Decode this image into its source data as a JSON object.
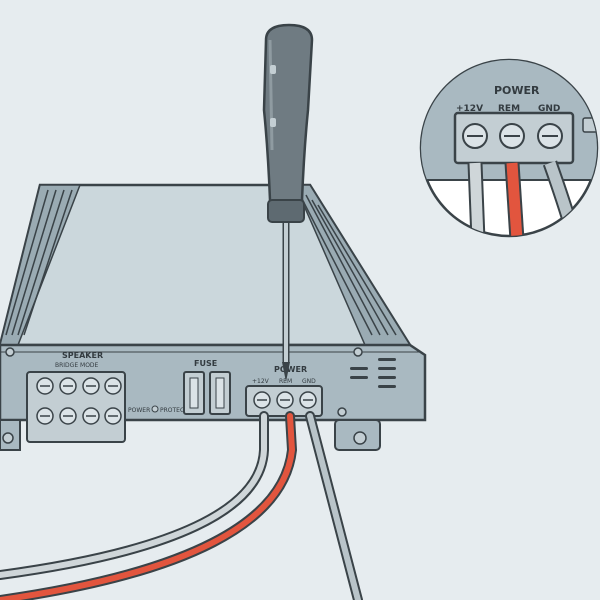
{
  "colors": {
    "background": "#e6ecef",
    "amp_body": "#a9b9c1",
    "amp_top": "#cbd7dc",
    "outline": "#3a4348",
    "terminal": "#c3ced3",
    "screwdriver_handle": "#6f7b82",
    "wire_positive": "#cfd6d9",
    "wire_remote": "#e2553e",
    "wire_ground": "#b9c4c9"
  },
  "icons": {
    "screwdriver": "screwdriver-icon",
    "terminal_screw": "screw-icon"
  },
  "amp": {
    "speaker_label": "SPEAKER",
    "bridge_label": "BRIDGE MODE",
    "fuse_label": "FUSE",
    "power_led_label": "POWER",
    "protect_led_label": "PROTEC",
    "power_label": "POWER",
    "terminals": [
      "+12V",
      "REM",
      "GND"
    ]
  },
  "zoom": {
    "power_label": "POWER",
    "terminals": [
      "+12V",
      "REM",
      "GND"
    ]
  }
}
